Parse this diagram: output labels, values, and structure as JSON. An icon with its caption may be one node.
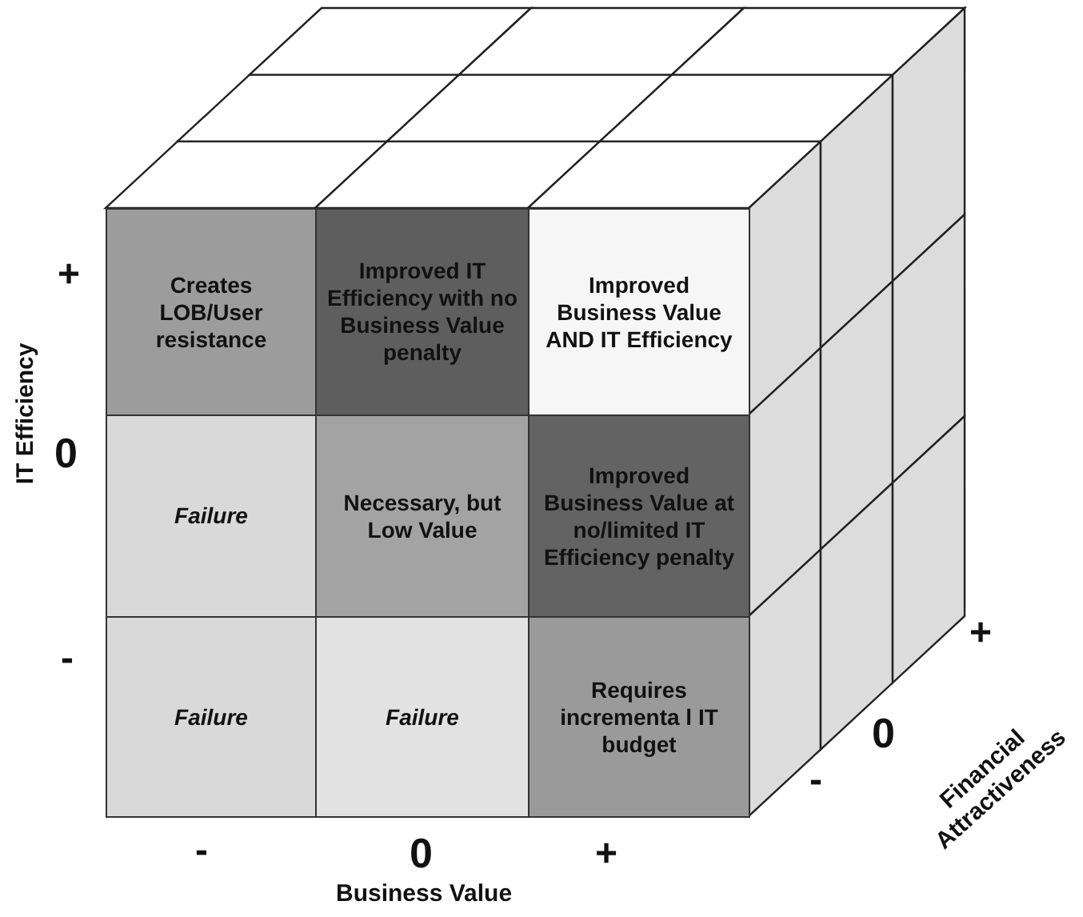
{
  "diagram": {
    "nodes": [
      {
        "text": [
          "Creates LOB/User resistance"
        ]
      },
      {
        "text": [
          "Improved IT Efficiency with no Business Value penalty"
        ]
      },
      {
        "text": [
          "Improved Business Value AND IT Efficiency"
        ]
      },
      {
        "text": [
          "Failure"
        ]
      },
      {
        "text": [
          "Necessary, but Low Value"
        ]
      },
      {
        "text": [
          "Improved Business Value at no/limited IT Efficiency penalty"
        ]
      },
      {
        "text": [
          "Failure"
        ]
      },
      {
        "text": [
          "Failure"
        ]
      },
      {
        "text": [
          "Requires incrementa l IT budget"
        ]
      }
    ],
    "labels": [
      "+",
      "IT Efficiency",
      "0",
      "-",
      "+",
      "0",
      "-",
      "-",
      "0",
      "+",
      "Financial Attractiveness",
      "Business Value"
    ]
  }
}
